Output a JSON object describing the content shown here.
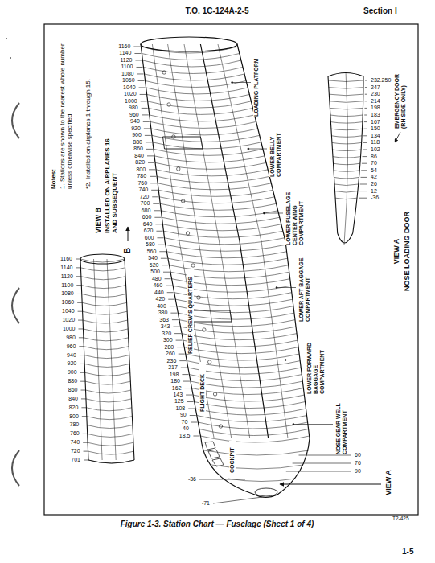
{
  "diagram": {
    "caption": "Figure 1-3. Station Chart — Fuselage (Sheet 1 of 4)",
    "labels": [
      "T.O. 1C-124A-2-5",
      "Section I",
      "T2-425",
      "1-5",
      "Notes:",
      "1. Stations are shown to the nearest whole number unless otherwise specified.",
      "*2. Installed on airplanes 1 through 15.",
      "VIEW B",
      "INSTALLED ON AIRPLANES 16 AND SUBSEQUENT",
      "B",
      "VIEW A",
      "VIEW A",
      "NOSE LOADING DOOR",
      "EMERGENCY DOOR (RH SIDE ONLY)",
      "LOADING PLATFORM",
      "LOWER BELLY COMPARTMENT",
      "LOWER FUSELAGE CENTER WING COMPARTMENT",
      "LOWER AFT BAGGAGE COMPARTMENT",
      "LOWER FORWARD BAGGAGE COMPARTMENT",
      "NOSE GEAR WELL COMPARTMENT",
      "RELIEF CREW'S QUARTERS",
      "FLIGHT DECK",
      "COCKPIT",
      "1160",
      "1140",
      "1120",
      "1100",
      "1080",
      "1060",
      "1040",
      "1020",
      "1000",
      "980",
      "960",
      "940",
      "920",
      "900",
      "880",
      "860",
      "840",
      "820",
      "800",
      "780",
      "760",
      "740",
      "720",
      "700",
      "680",
      "660",
      "640",
      "620",
      "600",
      "580",
      "560",
      "540",
      "520",
      "500",
      "480",
      "460",
      "440",
      "420",
      "400",
      "380",
      "363",
      "343",
      "320",
      "300",
      "280",
      "260",
      "236",
      "217",
      "198",
      "180",
      "162",
      "143",
      "125",
      "108",
      "90",
      "70",
      "40",
      "18.5",
      "-36",
      "-71",
      "60",
      "76",
      "90",
      "232.250",
      "247",
      "230",
      "214",
      "198",
      "183",
      "167",
      "150",
      "134",
      "118",
      "102",
      "86",
      "70",
      "54",
      "42",
      "26",
      "12",
      "-36",
      "1160",
      "1140",
      "1120",
      "1100",
      "1080",
      "1060",
      "1040",
      "1020",
      "1000",
      "980",
      "960",
      "940",
      "920",
      "900",
      "880",
      "860",
      "840",
      "820",
      "800",
      "780",
      "760",
      "740",
      "720",
      "701"
    ]
  }
}
